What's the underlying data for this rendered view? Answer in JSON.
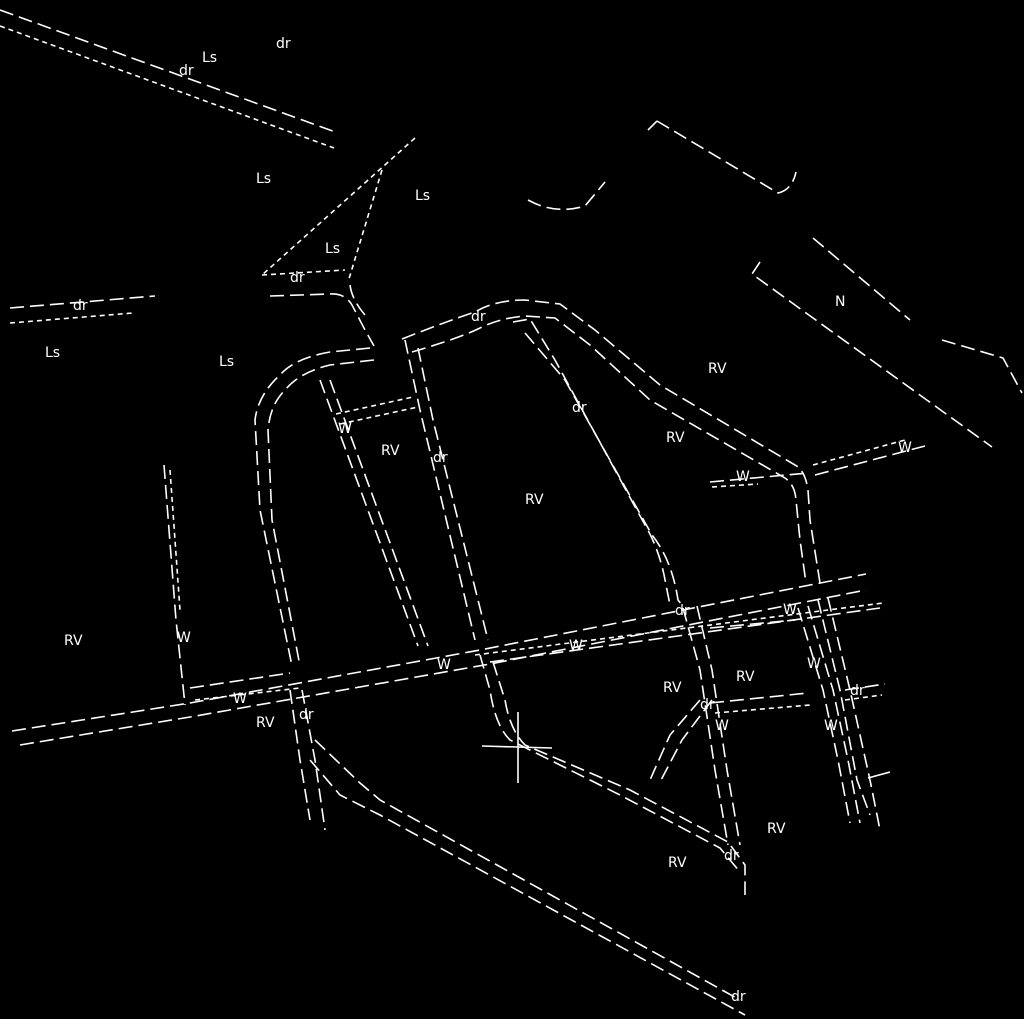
{
  "map": {
    "background": "#000000",
    "line_color": "#ffffff",
    "labels": [
      {
        "text": "Ls"
      },
      {
        "text": "dr"
      },
      {
        "text": "dr"
      },
      {
        "text": "Ls"
      },
      {
        "text": "Ls"
      },
      {
        "text": "Ls"
      },
      {
        "text": "dr"
      },
      {
        "text": "dr"
      },
      {
        "text": "Ls"
      },
      {
        "text": "Ls"
      },
      {
        "text": "N"
      },
      {
        "text": "dr"
      },
      {
        "text": "RV"
      },
      {
        "text": "dr"
      },
      {
        "text": "RV"
      },
      {
        "text": "W"
      },
      {
        "text": "RV"
      },
      {
        "text": "dr"
      },
      {
        "text": "W"
      },
      {
        "text": "W"
      },
      {
        "text": "RV"
      },
      {
        "text": "dr"
      },
      {
        "text": "W"
      },
      {
        "text": "W"
      },
      {
        "text": "W"
      },
      {
        "text": "W"
      },
      {
        "text": "RV"
      },
      {
        "text": "W"
      },
      {
        "text": "RV"
      },
      {
        "text": "RV"
      },
      {
        "text": "W"
      },
      {
        "text": "dr"
      },
      {
        "text": "RV"
      },
      {
        "text": "dr"
      },
      {
        "text": "W"
      },
      {
        "text": "W"
      },
      {
        "text": "dr"
      },
      {
        "text": "RV"
      },
      {
        "text": "RV"
      },
      {
        "text": "dr"
      },
      {
        "text": "dr"
      }
    ]
  }
}
